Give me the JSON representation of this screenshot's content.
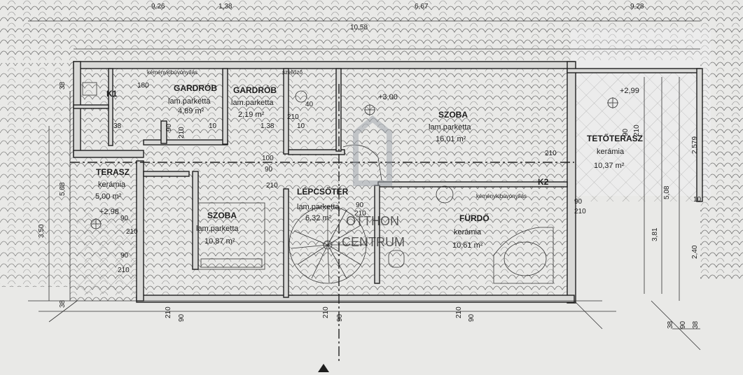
{
  "rooms": [
    {
      "name": "GARDRÓB",
      "floor": "lam.parketta",
      "area": "4,89 m²"
    },
    {
      "name": "GARDRÓB",
      "floor": "lam.parketta",
      "area": "2,19 m²"
    },
    {
      "name": "SZOBA",
      "floor": "lam.parketta",
      "area": "16,01 m²"
    },
    {
      "name": "TETŐTERASZ",
      "floor": "kerámia",
      "area": "10,37 m²"
    },
    {
      "name": "TERASZ",
      "floor": "kerámia",
      "area": "5,00 m²"
    },
    {
      "name": "SZOBA",
      "floor": "lam.parketta",
      "area": "10,87 m²"
    },
    {
      "name": "LÉPCSŐTÉR",
      "floor": "lam.parketta",
      "area": "6,32 m²"
    },
    {
      "name": "FÜRDŐ",
      "floor": "kerámia",
      "area": "10,61 m²"
    }
  ],
  "annotations": {
    "chimney_top": "kéménykibúvónyílás",
    "chimney_right": "kéménykibúvónyílás",
    "vent": "szellőző",
    "k1": "K1",
    "k2": "K2",
    "level_main": "+3,00",
    "level_terrace_right": "+2,99",
    "level_terrace_left": "+2,98"
  },
  "dimensions": {
    "top": [
      "9,26",
      "1,38",
      "6,67",
      "9,28"
    ],
    "top_inner": "10,58",
    "left": [
      "5,08",
      "3,50"
    ],
    "right": [
      "3,81",
      "5,08",
      "2,40",
      "2,579"
    ],
    "doors": [
      "180",
      "210",
      "90",
      "210",
      "210",
      "10",
      "40",
      "210",
      "10",
      "1,38",
      "100",
      "90",
      "210",
      "90",
      "210",
      "90",
      "90",
      "210",
      "210",
      "90",
      "210",
      "90",
      "210",
      "90",
      "210",
      "90",
      "210",
      "90",
      "38",
      "38",
      "38",
      "38",
      "90",
      "10",
      "38"
    ]
  },
  "watermark": {
    "line1": "OTTHON",
    "line2": "CENTRUM"
  },
  "colors": {
    "paper": "#e9e9e7",
    "ink": "#1e1e1e",
    "wall_fill": "#d9d9d7",
    "watermark": "#9aa0a8"
  }
}
